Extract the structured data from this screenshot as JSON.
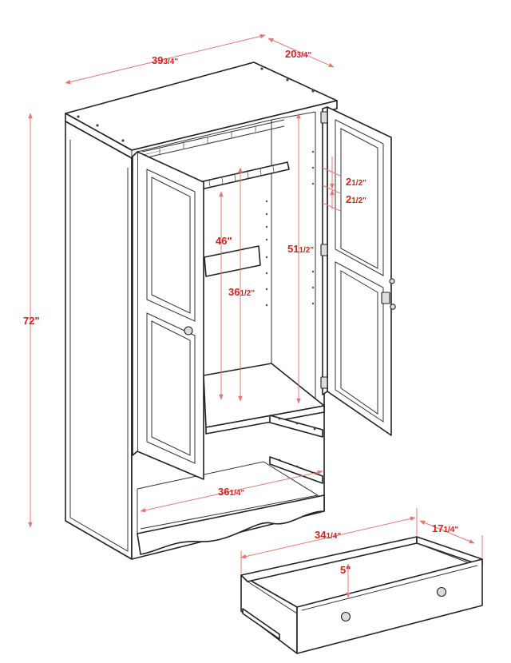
{
  "dimensions": {
    "width": {
      "whole": "39",
      "frac": "3/4\""
    },
    "depth": {
      "whole": "20",
      "frac": "3/4\""
    },
    "height": {
      "whole": "72\"",
      "frac": ""
    },
    "rod_height": {
      "whole": "46\"",
      "frac": ""
    },
    "shelf_height": {
      "whole": "36",
      "frac": "1/2\""
    },
    "door_height": {
      "whole": "51",
      "frac": "1/2\""
    },
    "spacing_a": {
      "whole": "2",
      "frac": "1/2\""
    },
    "spacing_b": {
      "whole": "2",
      "frac": "1/2\""
    },
    "inner_width": {
      "whole": "36",
      "frac": "1/4\""
    },
    "drawer_width": {
      "whole": "34",
      "frac": "1/4\""
    },
    "drawer_depth": {
      "whole": "17",
      "frac": "1/4\""
    },
    "drawer_height": {
      "whole": "5\"",
      "frac": ""
    }
  },
  "colors": {
    "dimension_text": "#d42020",
    "dimension_line": "#e07a7a",
    "line_art": "#222222"
  }
}
